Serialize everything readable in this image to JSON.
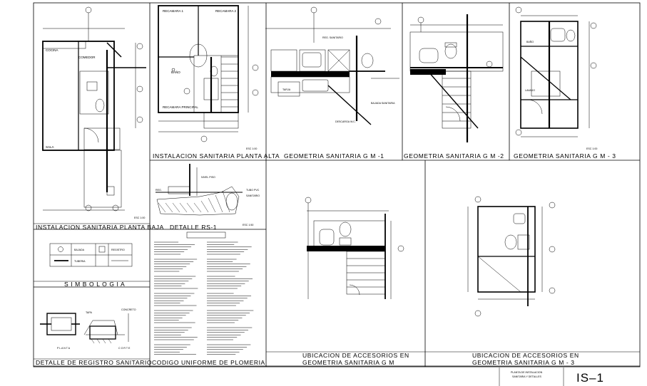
{
  "titles": {
    "planta_baja": "INSTALACION SANITARIA PLANTA BAJA",
    "planta_alta": "INSTALACION SANITARIA PLANTA ALTA",
    "geometria_1": "GEOMETRIA SANITARIA G M -1",
    "geometria_2": "GEOMETRIA SANITARIA G M -2",
    "geometria_3": "GEOMETRIA SANITARIA G M - 3",
    "detalle_rs1": "DETALLE RS-1",
    "simbologia": "S I M B O L O G I A",
    "registro": "DETALLE DE REGISTRO SANITARIO",
    "codigo": "CODIGO UNIFORME DE PLOMERIA",
    "ubicacion_2_line1": "UBICACION DE ACCESORIOS EN",
    "ubicacion_2_line2": "GEOMETRIA SANITARIA G M",
    "ubicacion_3_line1": "UBICACION DE ACCESORIOS EN",
    "ubicacion_3_line2": "GEOMETRIA SANITARIA G M - 3"
  },
  "scales": {
    "esc_100": "ESC 1:00",
    "esc_150": "ESC 1:50"
  },
  "sublabels": {
    "planta": "P L A N T A",
    "corte": "C O R T E"
  },
  "sheet": {
    "title_line1": "PLANTA DE INSTALACION",
    "title_line2": "SANITARIA Y DETALLES",
    "number": "IS–1"
  }
}
